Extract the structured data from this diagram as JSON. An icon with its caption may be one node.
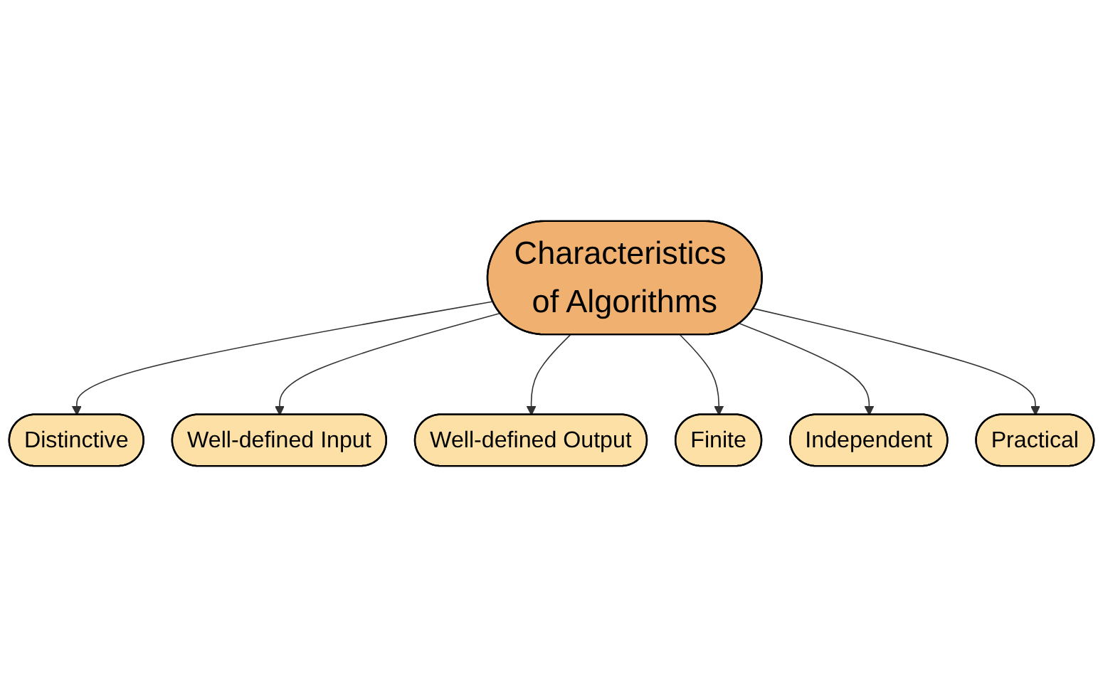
{
  "diagram": {
    "nodes": [
      {
        "text": [
          "Distinctive"
        ]
      },
      {
        "text": [
          "Well-defined Input"
        ]
      },
      {
        "text": [
          "Well-defined Output"
        ]
      },
      {
        "text": [
          "Characteristics of Algorithms"
        ]
      },
      {
        "text": [
          "Finite"
        ]
      },
      {
        "text": [
          "Independent"
        ]
      },
      {
        "text": [
          "Practical"
        ]
      }
    ],
    "edges": [
      {
        "from": 3,
        "to": 0,
        "arrow": "to"
      },
      {
        "from": 3,
        "to": 1,
        "arrow": "to"
      },
      {
        "from": 3,
        "to": 2,
        "arrow": "to"
      },
      {
        "from": 3,
        "to": 4,
        "arrow": "to"
      },
      {
        "from": 3,
        "to": 5,
        "arrow": "to"
      },
      {
        "from": 3,
        "to": 6,
        "arrow": "to"
      }
    ]
  }
}
